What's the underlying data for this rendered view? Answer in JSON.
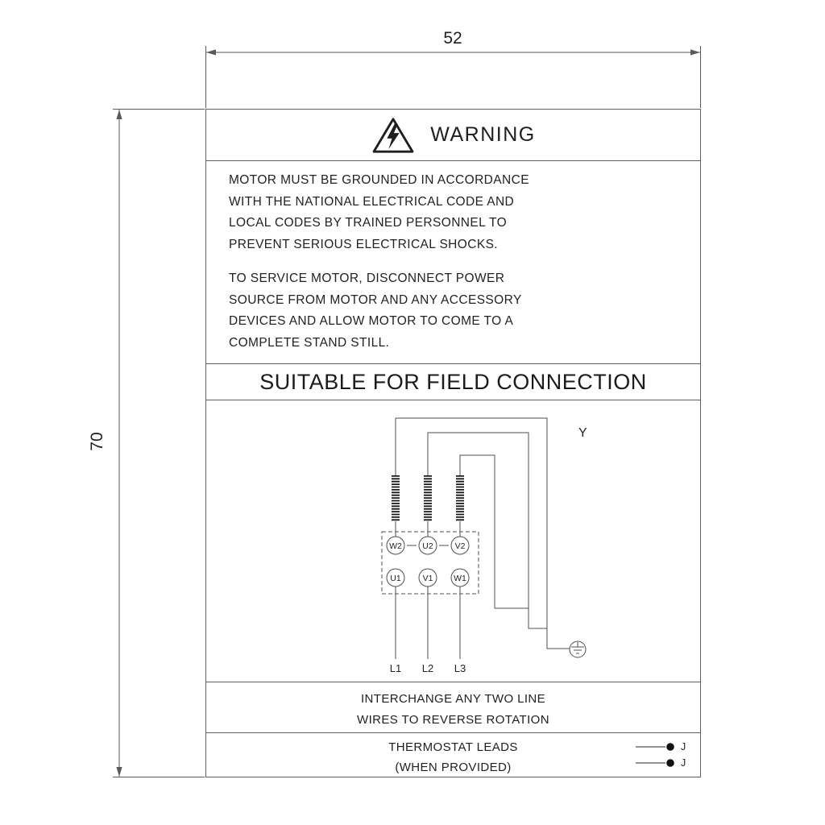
{
  "style": {
    "ink_text": "#1f1f1f",
    "ink_line": "#5a5a5a"
  },
  "dimensions": {
    "width_label": "52",
    "height_label": "70"
  },
  "warning": {
    "icon": "high-voltage-warning-triangle-icon",
    "title": "WARNING"
  },
  "body": {
    "para1_lines": [
      "MOTOR MUST BE GROUNDED IN ACCORDANCE",
      "WITH THE NATIONAL ELECTRICAL CODE AND",
      "LOCAL CODES BY TRAINED PERSONNEL TO",
      "PREVENT SERIOUS ELECTRICAL SHOCKS."
    ],
    "para2_lines": [
      "TO SERVICE MOTOR, DISCONNECT POWER",
      "SOURCE FROM MOTOR AND ANY ACCESSORY",
      "DEVICES AND ALLOW MOTOR TO COME TO A",
      "COMPLETE STAND STILL."
    ]
  },
  "field_connection": {
    "title": "SUITABLE FOR FIELD CONNECTION"
  },
  "wiring": {
    "connection_label": "Y",
    "ground_icon": "earth-ground-icon",
    "coil_icon": "winding-coil-icon",
    "terminals_top": [
      "W2",
      "U2",
      "V2"
    ],
    "terminals_bottom": [
      "U1",
      "V1",
      "W1"
    ],
    "lines": [
      "L1",
      "L2",
      "L3"
    ]
  },
  "interchange": {
    "line1": "INTERCHANGE ANY TWO LINE",
    "line2": "WIRES TO REVERSE ROTATION"
  },
  "thermostat": {
    "line1": "THERMOSTAT LEADS",
    "line2": "(WHEN PROVIDED)",
    "lead_labels": [
      "J",
      "J"
    ]
  }
}
